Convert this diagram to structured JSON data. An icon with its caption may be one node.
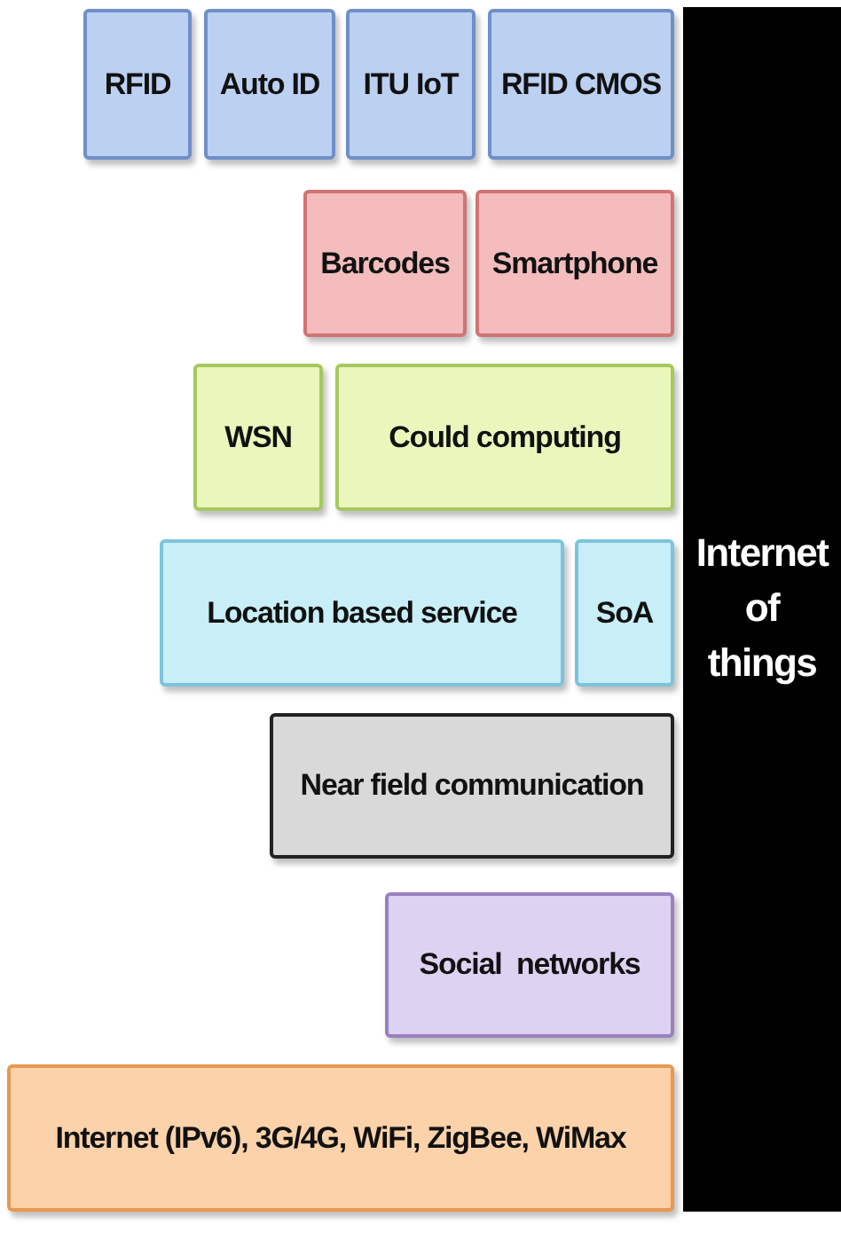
{
  "diagram": {
    "nodes": [
      {
        "text": [
          "RFID"
        ]
      },
      {
        "text": [
          "Auto ID"
        ]
      },
      {
        "text": [
          "ITU IoT"
        ]
      },
      {
        "text": [
          "RFID CMOS"
        ]
      },
      {
        "text": [
          "Internet of things"
        ]
      },
      {
        "text": [
          "Barcodes"
        ]
      },
      {
        "text": [
          "Smartphone"
        ]
      },
      {
        "text": [
          "WSN"
        ]
      },
      {
        "text": [
          "Could computing"
        ]
      },
      {
        "text": [
          "Location based service"
        ]
      },
      {
        "text": [
          "SoA"
        ]
      },
      {
        "text": [
          "Near field communication"
        ]
      },
      {
        "text": [
          "Social  networks"
        ]
      },
      {
        "text": [
          "Internet (IPv6), 3G/4G, WiFi, ZigBee, WiMax"
        ]
      }
    ]
  }
}
